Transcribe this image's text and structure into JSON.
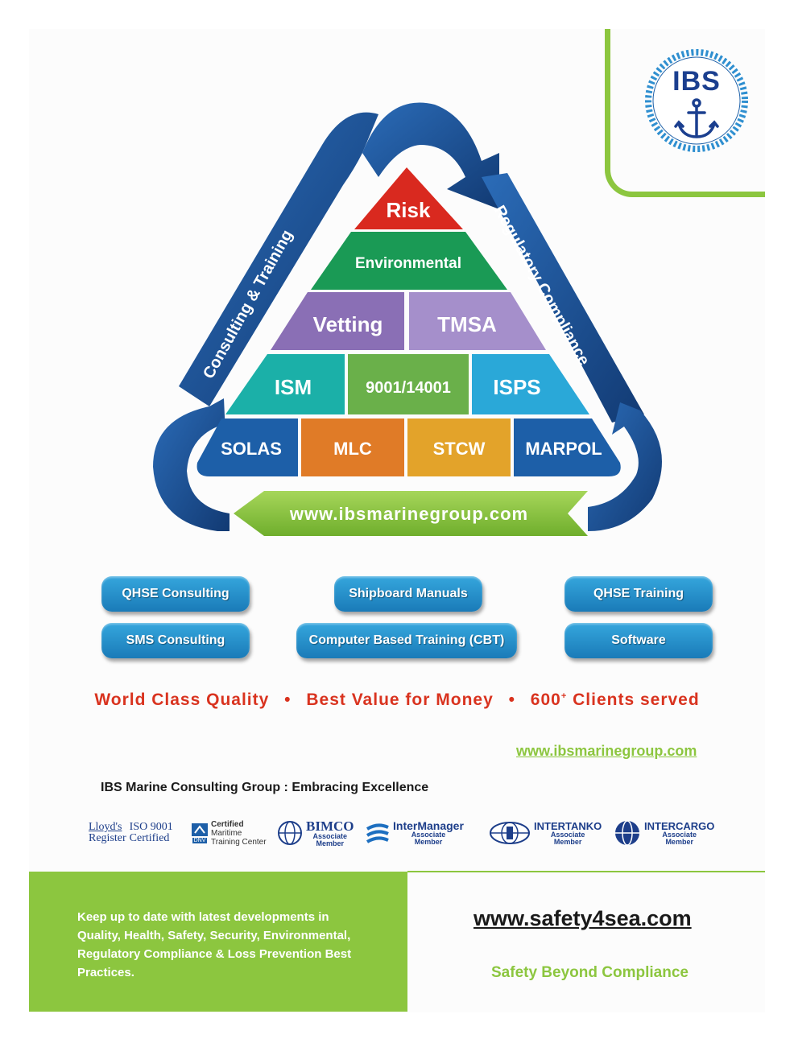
{
  "brand": {
    "logo_text": "IBS",
    "colors": {
      "green": "#8cc63f",
      "navy": "#1b3f8f",
      "red": "#d9331f"
    }
  },
  "pyramid": {
    "left_arrow": "Consulting & Training",
    "right_arrow": "Regulatory Compliance",
    "banner_url": "www.ibsmarinegroup.com",
    "row1": [
      "Risk"
    ],
    "row2": [
      "Environmental"
    ],
    "row3": [
      "Vetting",
      "TMSA"
    ],
    "row4": [
      "ISM",
      "9001/14001",
      "ISPS"
    ],
    "row5": [
      "SOLAS",
      "MLC",
      "STCW",
      "MARPOL"
    ]
  },
  "services": [
    "QHSE Consulting",
    "Shipboard Manuals",
    "QHSE Training",
    "SMS Consulting",
    "Computer Based Training (CBT)",
    "Software"
  ],
  "tagline": {
    "part1": "World Class Quality",
    "part2": "Best Value for Money",
    "part3": "600",
    "part3_sup": "+",
    "part3_rest": " Clients served",
    "separator": "•"
  },
  "website": "www.ibsmarinegroup.com",
  "motto": "IBS Marine Consulting Group : Embracing Excellence",
  "badges": {
    "lloyds": {
      "line1": "Lloyd's",
      "line2": "Register",
      "cert1": "ISO 9001",
      "cert2": "Certified"
    },
    "dnv": {
      "line1": "Certified",
      "line2": "Maritime",
      "line3": "Training Center",
      "tag": "DNV"
    },
    "bimco": {
      "name": "BIMCO",
      "sub1": "Associate",
      "sub2": "Member"
    },
    "intermanager": {
      "name": "InterManager",
      "sub1": "Associate",
      "sub2": "Member"
    },
    "intertanko": {
      "name": "INTERTANKO",
      "sub1": "Associate",
      "sub2": "Member"
    },
    "intercargo": {
      "name": "INTERCARGO",
      "sub1": "Associate",
      "sub2": "Member"
    }
  },
  "footer": {
    "green_text": "Keep up to date with latest developments in Quality, Health, Safety, Security, Environmental, Regulatory Compliance & Loss Prevention Best Practices.",
    "site": "www.safety4sea.com",
    "slogan": "Safety Beyond Compliance"
  }
}
